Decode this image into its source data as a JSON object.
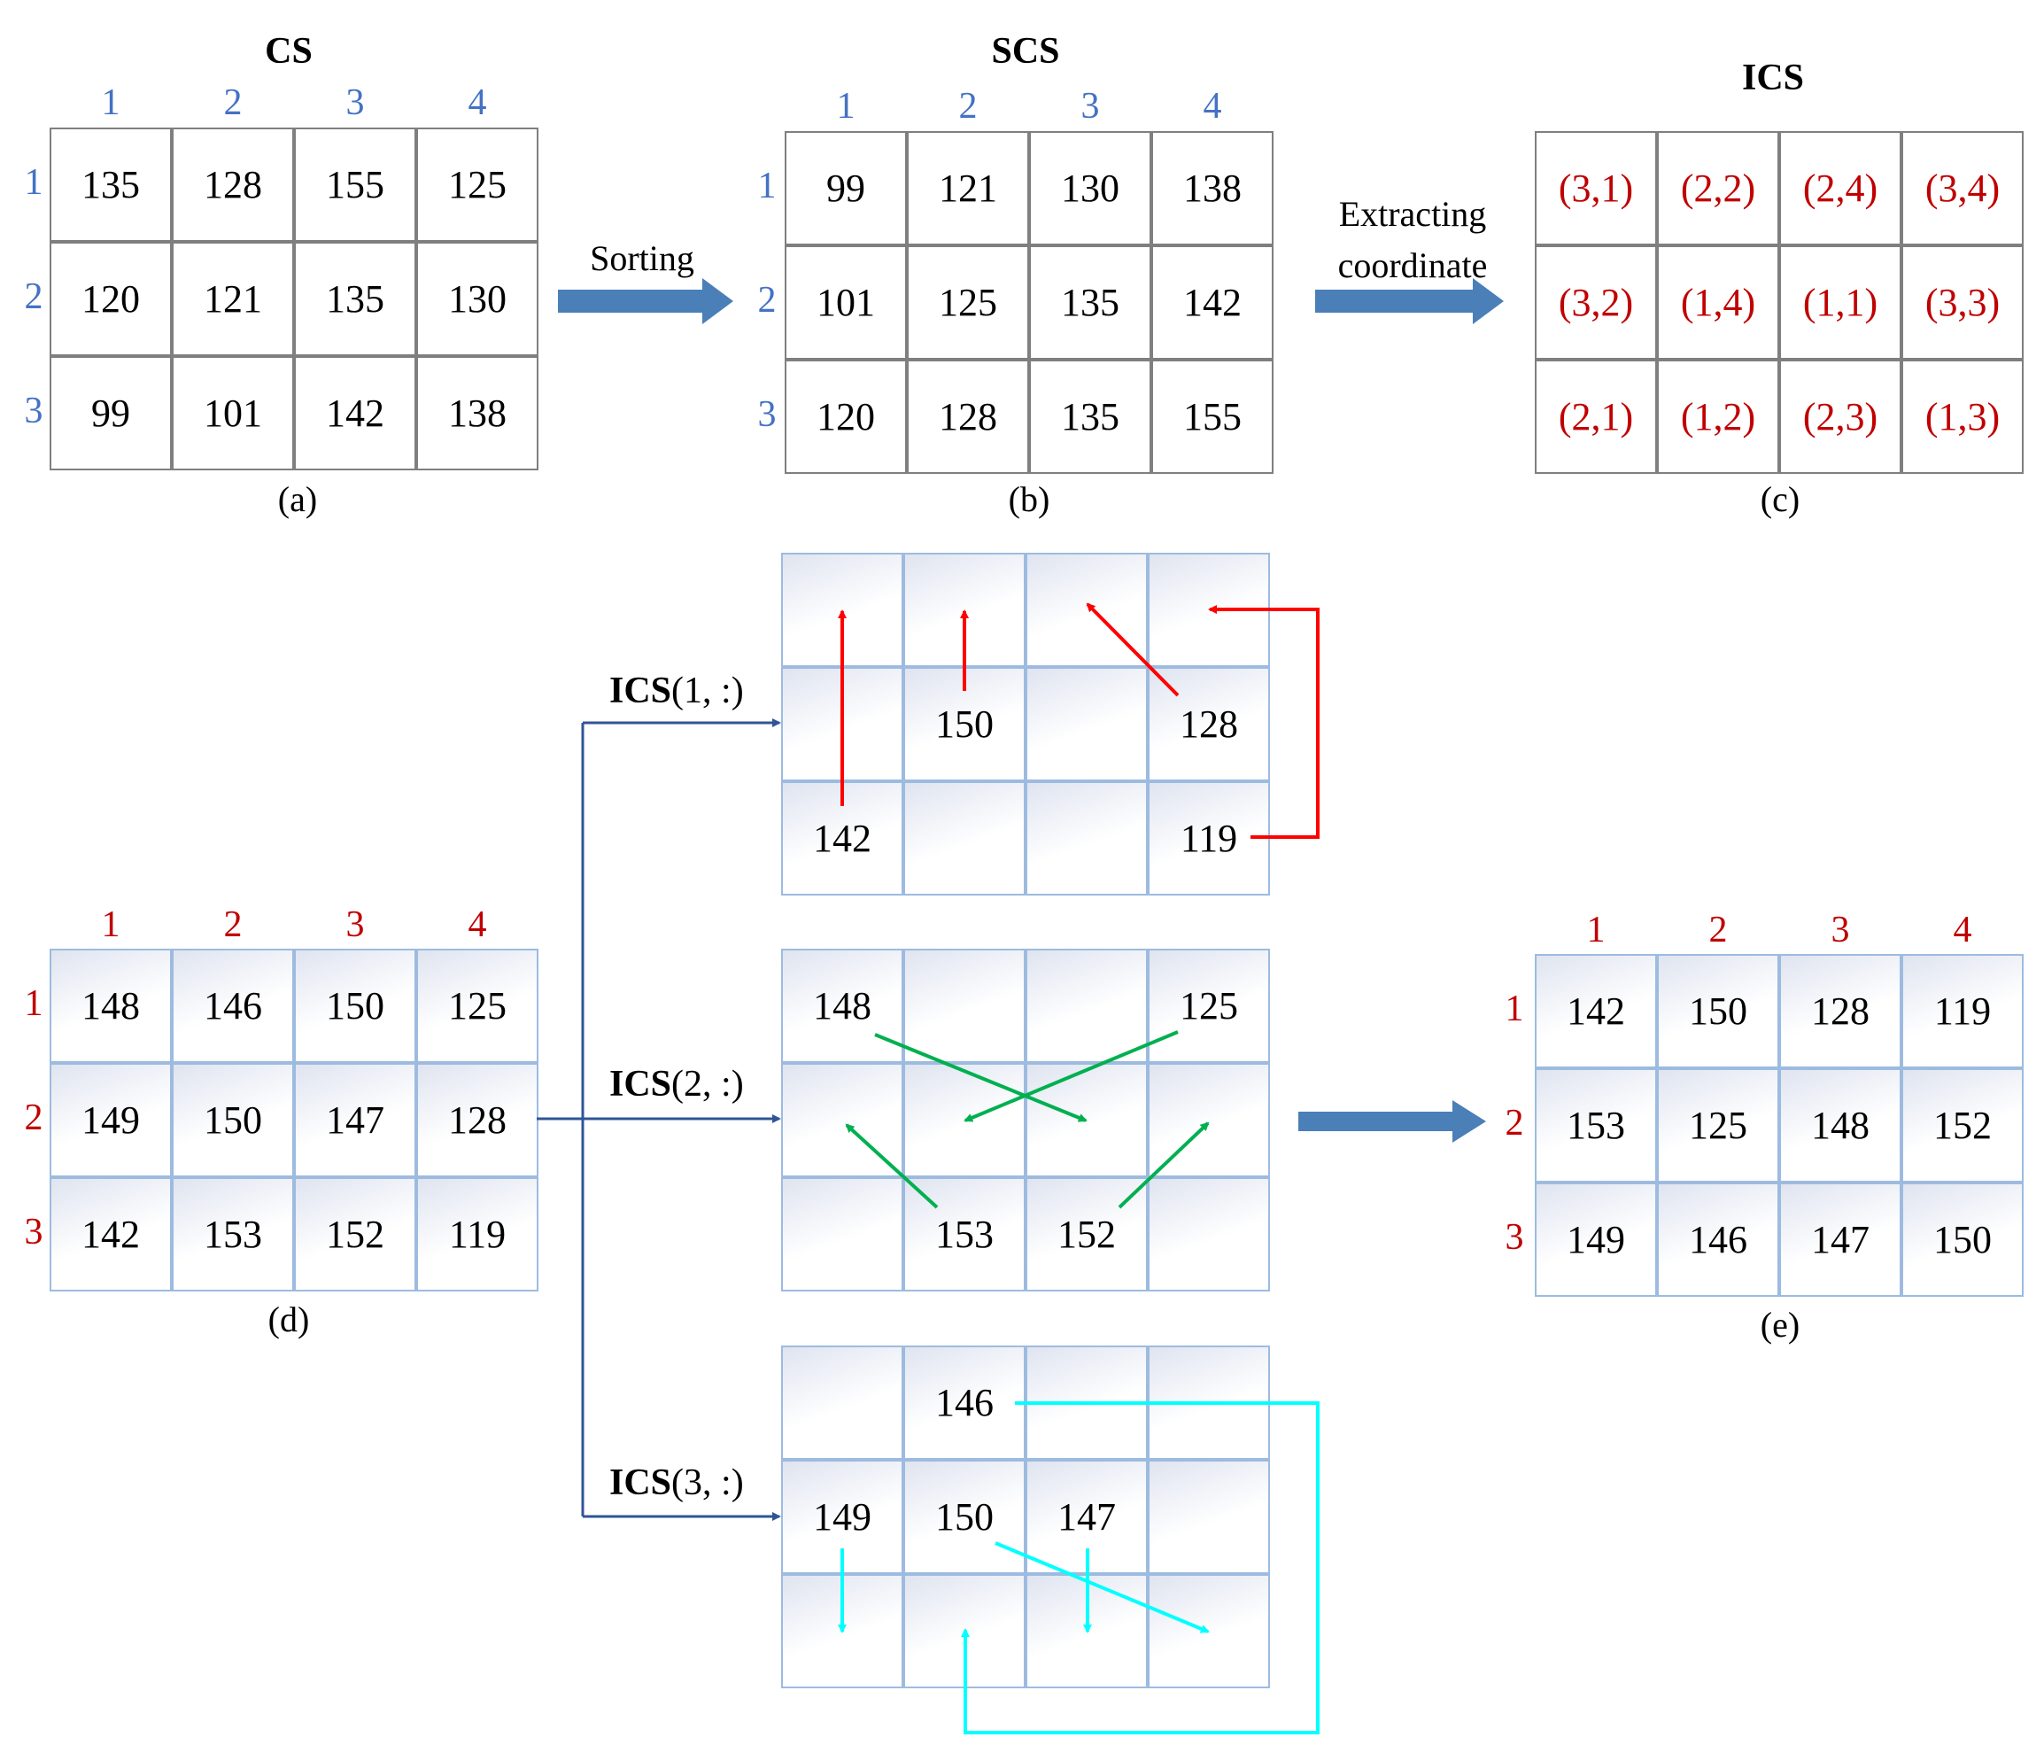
{
  "top": {
    "cs": {
      "title": "CS",
      "col_headers": [
        "1",
        "2",
        "3",
        "4"
      ],
      "row_headers": [
        "1",
        "2",
        "3"
      ],
      "rows": [
        [
          "135",
          "128",
          "155",
          "125"
        ],
        [
          "120",
          "121",
          "135",
          "130"
        ],
        [
          "99",
          "101",
          "142",
          "138"
        ]
      ],
      "caption": "(a)"
    },
    "scs": {
      "title": "SCS",
      "col_headers": [
        "1",
        "2",
        "3",
        "4"
      ],
      "row_headers": [
        "1",
        "2",
        "3"
      ],
      "rows": [
        [
          "99",
          "121",
          "130",
          "138"
        ],
        [
          "101",
          "125",
          "135",
          "142"
        ],
        [
          "120",
          "128",
          "135",
          "155"
        ]
      ],
      "caption": "(b)"
    },
    "ics": {
      "title": "ICS",
      "rows": [
        [
          "(3,1)",
          "(2,2)",
          "(2,4)",
          "(3,4)"
        ],
        [
          "(3,2)",
          "(1,4)",
          "(1,1)",
          "(3,3)"
        ],
        [
          "(2,1)",
          "(1,2)",
          "(2,3)",
          "(1,3)"
        ]
      ],
      "caption": "(c)"
    },
    "arrow1_label": "Sorting",
    "arrow2_label_line1": "Extracting",
    "arrow2_label_line2": "coordinate"
  },
  "bottom": {
    "d": {
      "col_headers": [
        "1",
        "2",
        "3",
        "4"
      ],
      "row_headers": [
        "1",
        "2",
        "3"
      ],
      "rows": [
        [
          "148",
          "146",
          "150",
          "125"
        ],
        [
          "149",
          "150",
          "147",
          "128"
        ],
        [
          "142",
          "153",
          "152",
          "119"
        ]
      ],
      "caption": "(d)"
    },
    "steps": [
      {
        "label_bold": "ICS",
        "label_rest": "(1, :)",
        "rows": [
          [
            "",
            "",
            "",
            ""
          ],
          [
            "",
            "150",
            "",
            "128"
          ],
          [
            "142",
            "",
            "",
            "119"
          ]
        ],
        "arrow_color": "#ff0000"
      },
      {
        "label_bold": "ICS",
        "label_rest": "(2, :)",
        "rows": [
          [
            "148",
            "",
            "",
            "125"
          ],
          [
            "",
            "",
            "",
            ""
          ],
          [
            "",
            "153",
            "152",
            ""
          ]
        ],
        "arrow_color": "#00b050"
      },
      {
        "label_bold": "ICS",
        "label_rest": "(3, :)",
        "rows": [
          [
            "",
            "146",
            "",
            ""
          ],
          [
            "149",
            "150",
            "147",
            ""
          ],
          [
            "",
            "",
            "",
            ""
          ]
        ],
        "arrow_color": "#00ffff"
      }
    ],
    "e": {
      "col_headers": [
        "1",
        "2",
        "3",
        "4"
      ],
      "row_headers": [
        "1",
        "2",
        "3"
      ],
      "rows": [
        [
          "142",
          "150",
          "128",
          "119"
        ],
        [
          "153",
          "125",
          "148",
          "152"
        ],
        [
          "149",
          "146",
          "147",
          "150"
        ]
      ],
      "caption": "(e)"
    },
    "connector_color": "#2f5597",
    "block_arrow_color": "#4a7fb8"
  }
}
